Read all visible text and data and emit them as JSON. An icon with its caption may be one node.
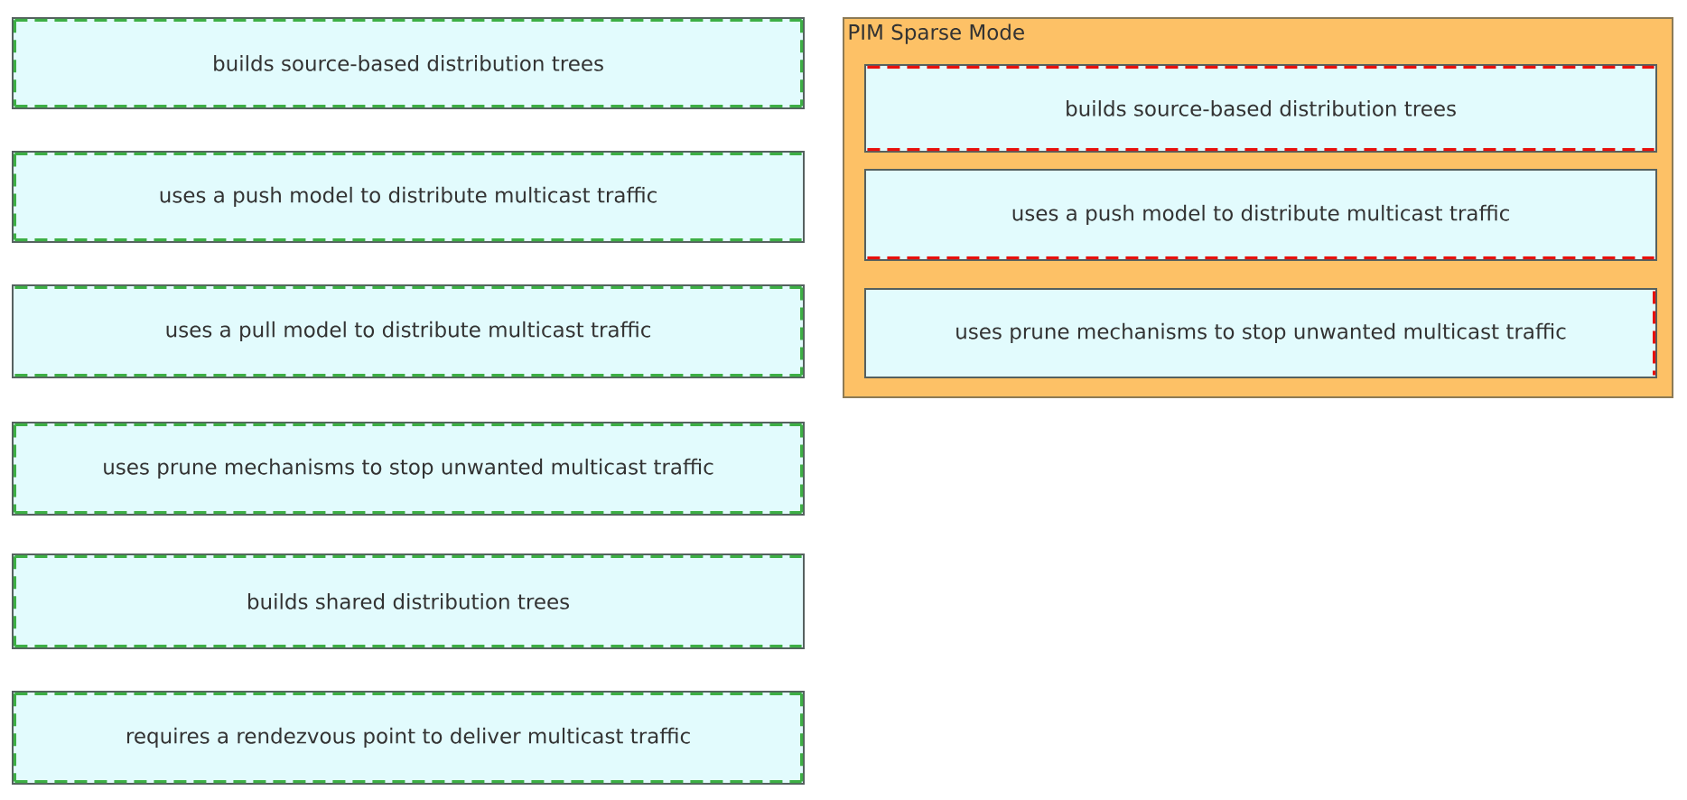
{
  "diagram": {
    "nodes": [
      {
        "text": [
          "builds source-based distribution trees"
        ]
      },
      {
        "text": [
          "uses a push model to distribute multicast traffic"
        ]
      },
      {
        "text": [
          "uses a pull model to distribute multicast traffic"
        ]
      },
      {
        "text": [
          "uses prune mechanisms to stop unwanted multicast traffic"
        ]
      },
      {
        "text": [
          "builds shared distribution trees"
        ]
      },
      {
        "text": [
          "requires a rendezvous point to deliver multicast traffic"
        ]
      },
      {
        "text": [
          "PIM Sparse Mode"
        ]
      },
      {
        "text": [
          "builds source-based distribution trees"
        ],
        "in": 6
      },
      {
        "text": [
          "uses a push model to distribute multicast traffic"
        ],
        "in": 6
      },
      {
        "text": [
          "uses prune mechanisms to stop unwanted multicast traffic"
        ],
        "in": 6
      }
    ]
  }
}
